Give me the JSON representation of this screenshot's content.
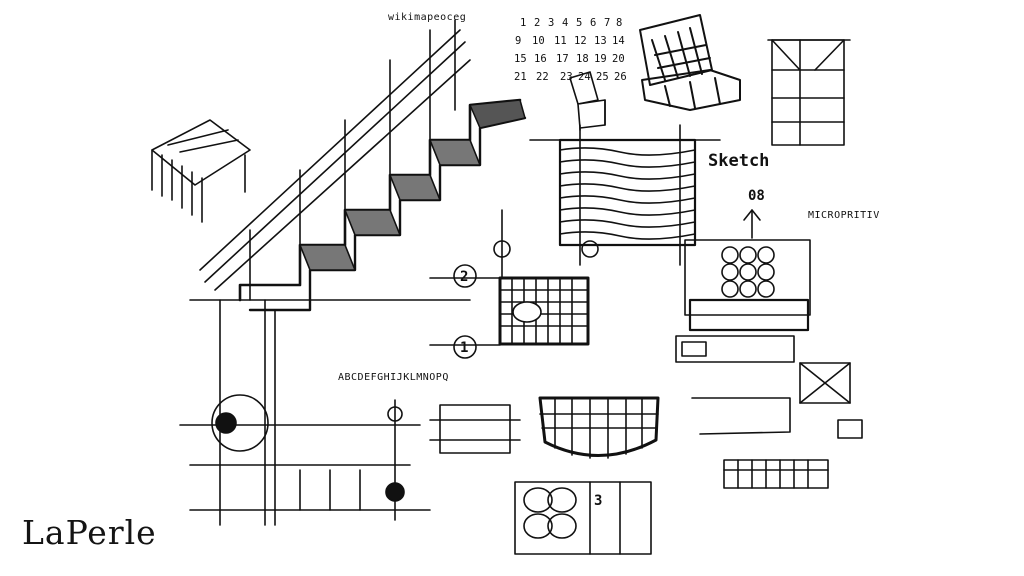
{
  "logo": {
    "text": "LaPerle",
    "accent_color": "#c62828"
  },
  "sketch": {
    "scribble_label": "wikimapeoceg",
    "calendar_rows": [
      [
        "1",
        "2",
        "3",
        "4",
        "5",
        "6",
        "7",
        "8"
      ],
      [
        "9",
        "10",
        "11",
        "12",
        "13",
        "14"
      ],
      [
        "15",
        "16",
        "17",
        "18",
        "19",
        "20"
      ],
      [
        "21",
        "22",
        "23",
        "24",
        "25",
        "26"
      ]
    ],
    "sketch_word": "Sketch",
    "microprint_label": "MICROPRITIV",
    "alphabet_label": "ABCDEFGHIJKLMNOPQ",
    "markers": [
      "1",
      "2"
    ],
    "number_tag": "08",
    "small_number": "3"
  }
}
